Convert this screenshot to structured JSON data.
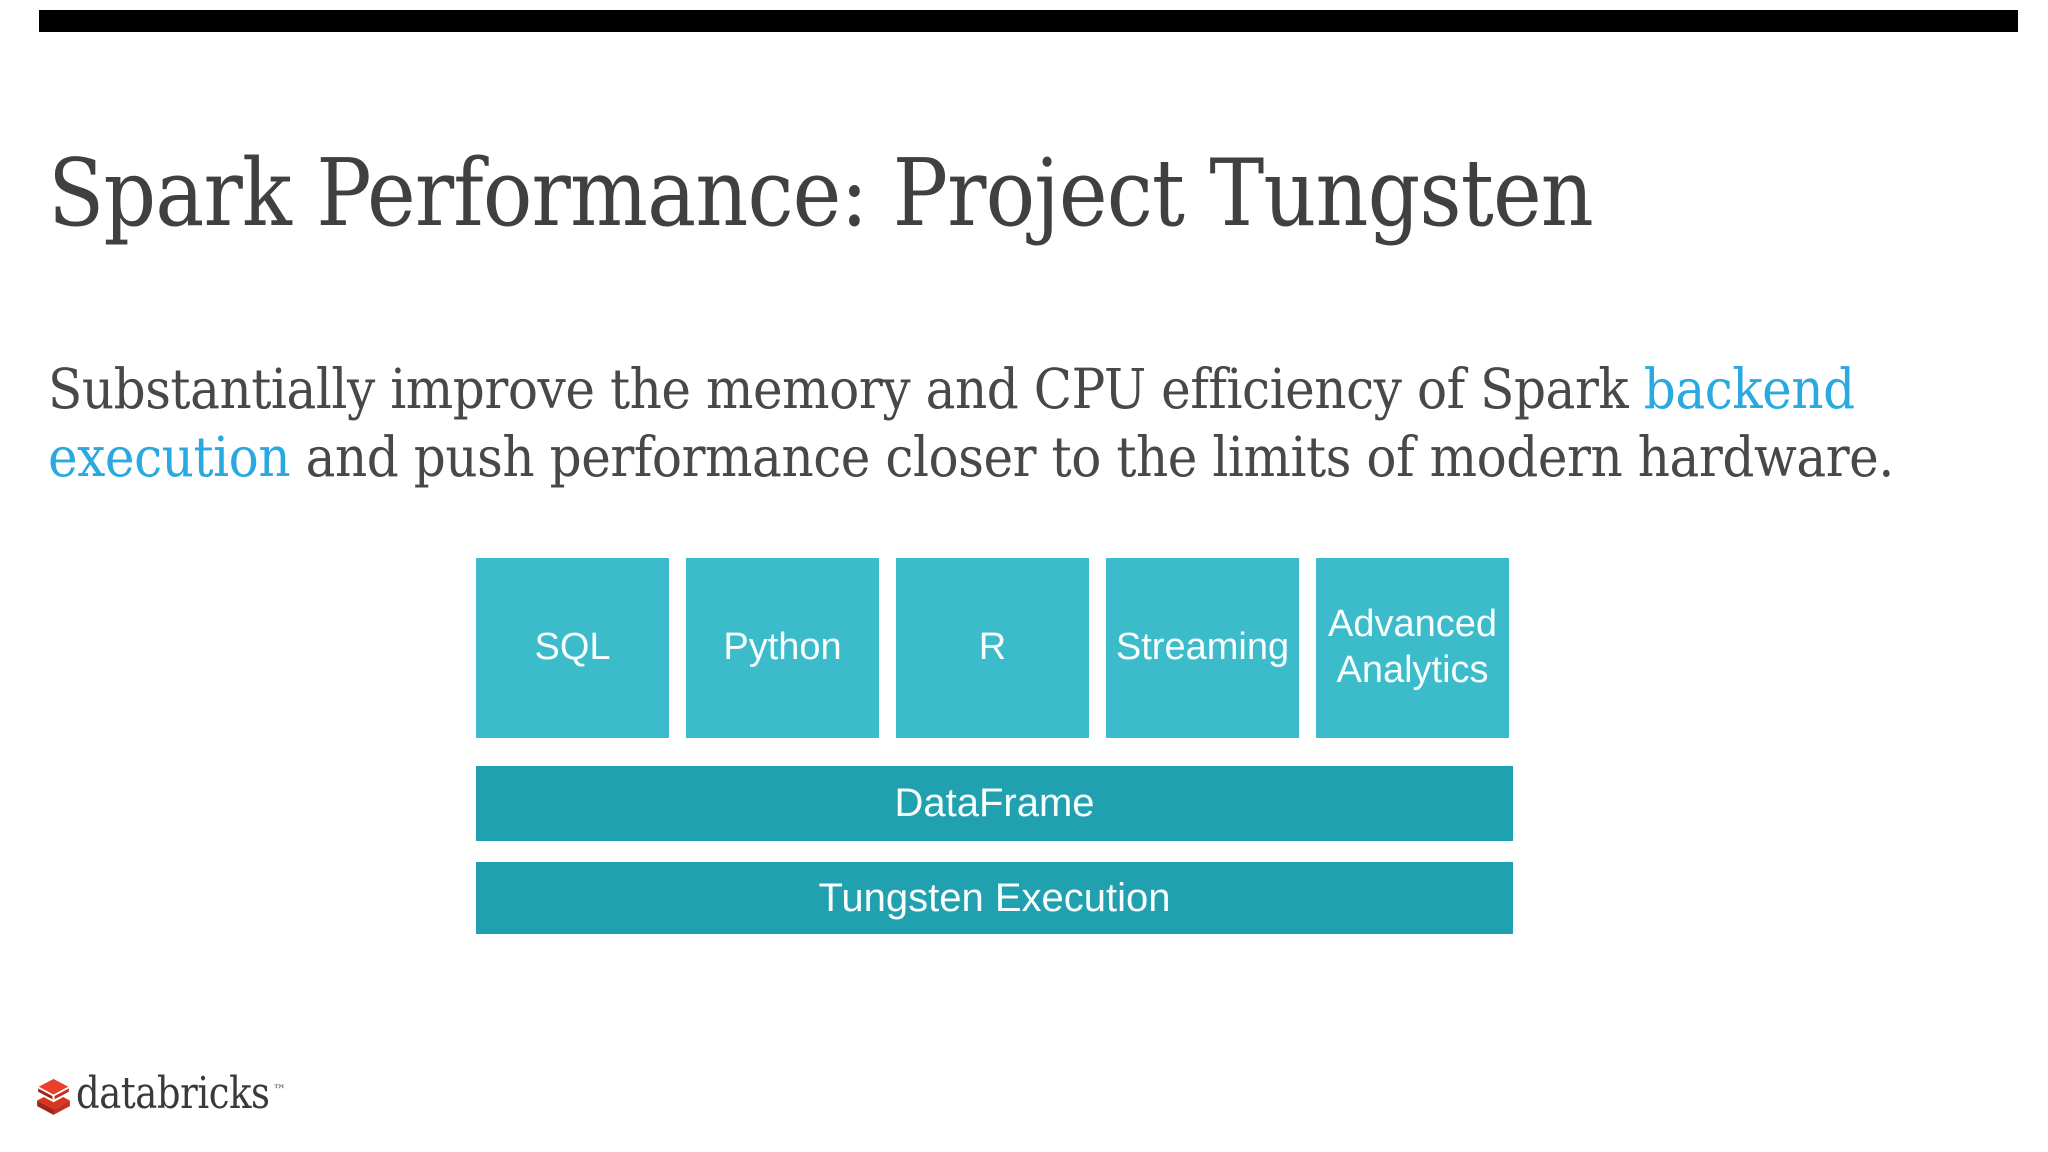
{
  "slide": {
    "title": "Spark Performance: Project Tungsten",
    "subtitle": {
      "line1_text": "Substantially improve the memory and CPU efficiency of Spark ",
      "line1_highlight": "backend",
      "line2_highlight": "execution",
      "line2_text": " and push performance closer to the limits of modern hardware."
    }
  },
  "diagram": {
    "api_boxes": [
      {
        "label": "SQL"
      },
      {
        "label": "Python"
      },
      {
        "label": "R"
      },
      {
        "label": "Streaming"
      },
      {
        "label": "Advanced Analytics"
      }
    ],
    "layers": [
      {
        "label": "DataFrame"
      },
      {
        "label": "Tungsten Execution"
      }
    ]
  },
  "logo": {
    "wordmark": "databricks",
    "trademark": "™"
  },
  "colors": {
    "top_bar": "#000000",
    "title_text": "#3F4042",
    "body_text": "#47484A",
    "highlight_blue": "#29A9E0",
    "api_box_teal": "#3CBCCB",
    "layer_teal": "#21A0B0",
    "box_label_white": "#F8FDFD",
    "logo_red": "#E8402B",
    "logo_red_dark": "#9E2619",
    "logo_red_mid": "#C2301F"
  }
}
